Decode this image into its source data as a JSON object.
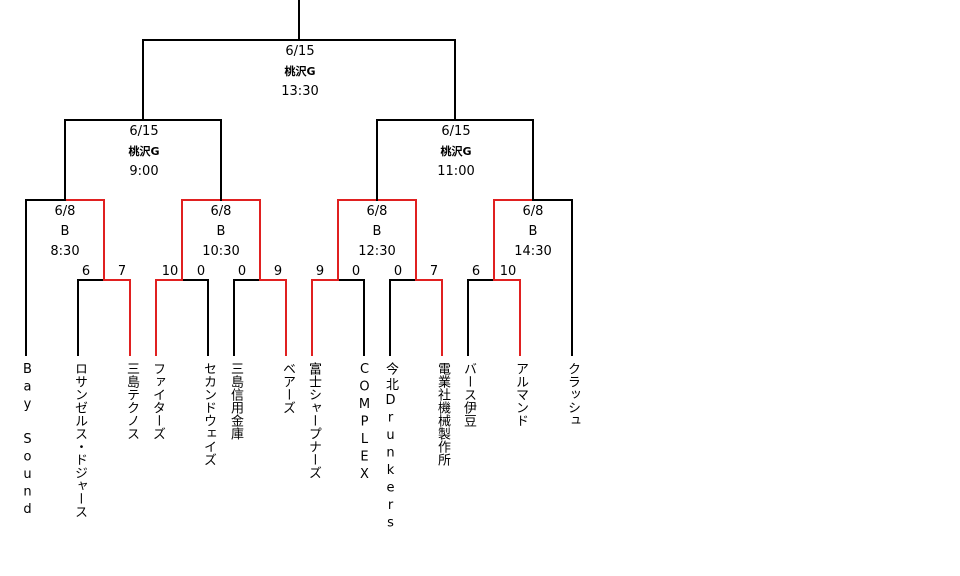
{
  "colors": {
    "line": "#000000",
    "winner_line": "#e02020",
    "background": "#ffffff"
  },
  "teams": [
    "Bay Sound",
    "ロサンゼルス・ドジャース",
    "三島テクノス",
    "ファイターズ",
    "セカンドウェイズ",
    "三島信用金庫",
    "ベアーズ",
    "富士シャープナーズ",
    "COMPLEX",
    "今北Drunkers",
    "電業社機械製作所",
    "バース伊豆",
    "アルマンド",
    "クラッシュ"
  ],
  "round1": [
    {
      "scores": [
        "6",
        "7"
      ],
      "winner": 1
    },
    {
      "scores": [
        "10",
        "0"
      ],
      "winner": 0
    },
    {
      "scores": [
        "0",
        "9"
      ],
      "winner": 1
    },
    {
      "scores": [
        "9",
        "0"
      ],
      "winner": 0
    },
    {
      "scores": [
        "0",
        "7"
      ],
      "winner": 1
    },
    {
      "scores": [
        "6",
        "10"
      ],
      "winner": 1
    }
  ],
  "round2": [
    {
      "date": "6/8",
      "venue": "B",
      "time": "8:30"
    },
    {
      "date": "6/8",
      "venue": "B",
      "time": "10:30"
    },
    {
      "date": "6/8",
      "venue": "B",
      "time": "12:30"
    },
    {
      "date": "6/8",
      "venue": "B",
      "time": "14:30"
    }
  ],
  "semifinals": [
    {
      "date": "6/15",
      "venue": "桃沢G",
      "time": "9:00"
    },
    {
      "date": "6/15",
      "venue": "桃沢G",
      "time": "11:00"
    }
  ],
  "final": {
    "date": "6/15",
    "venue": "桃沢G",
    "time": "13:30"
  }
}
